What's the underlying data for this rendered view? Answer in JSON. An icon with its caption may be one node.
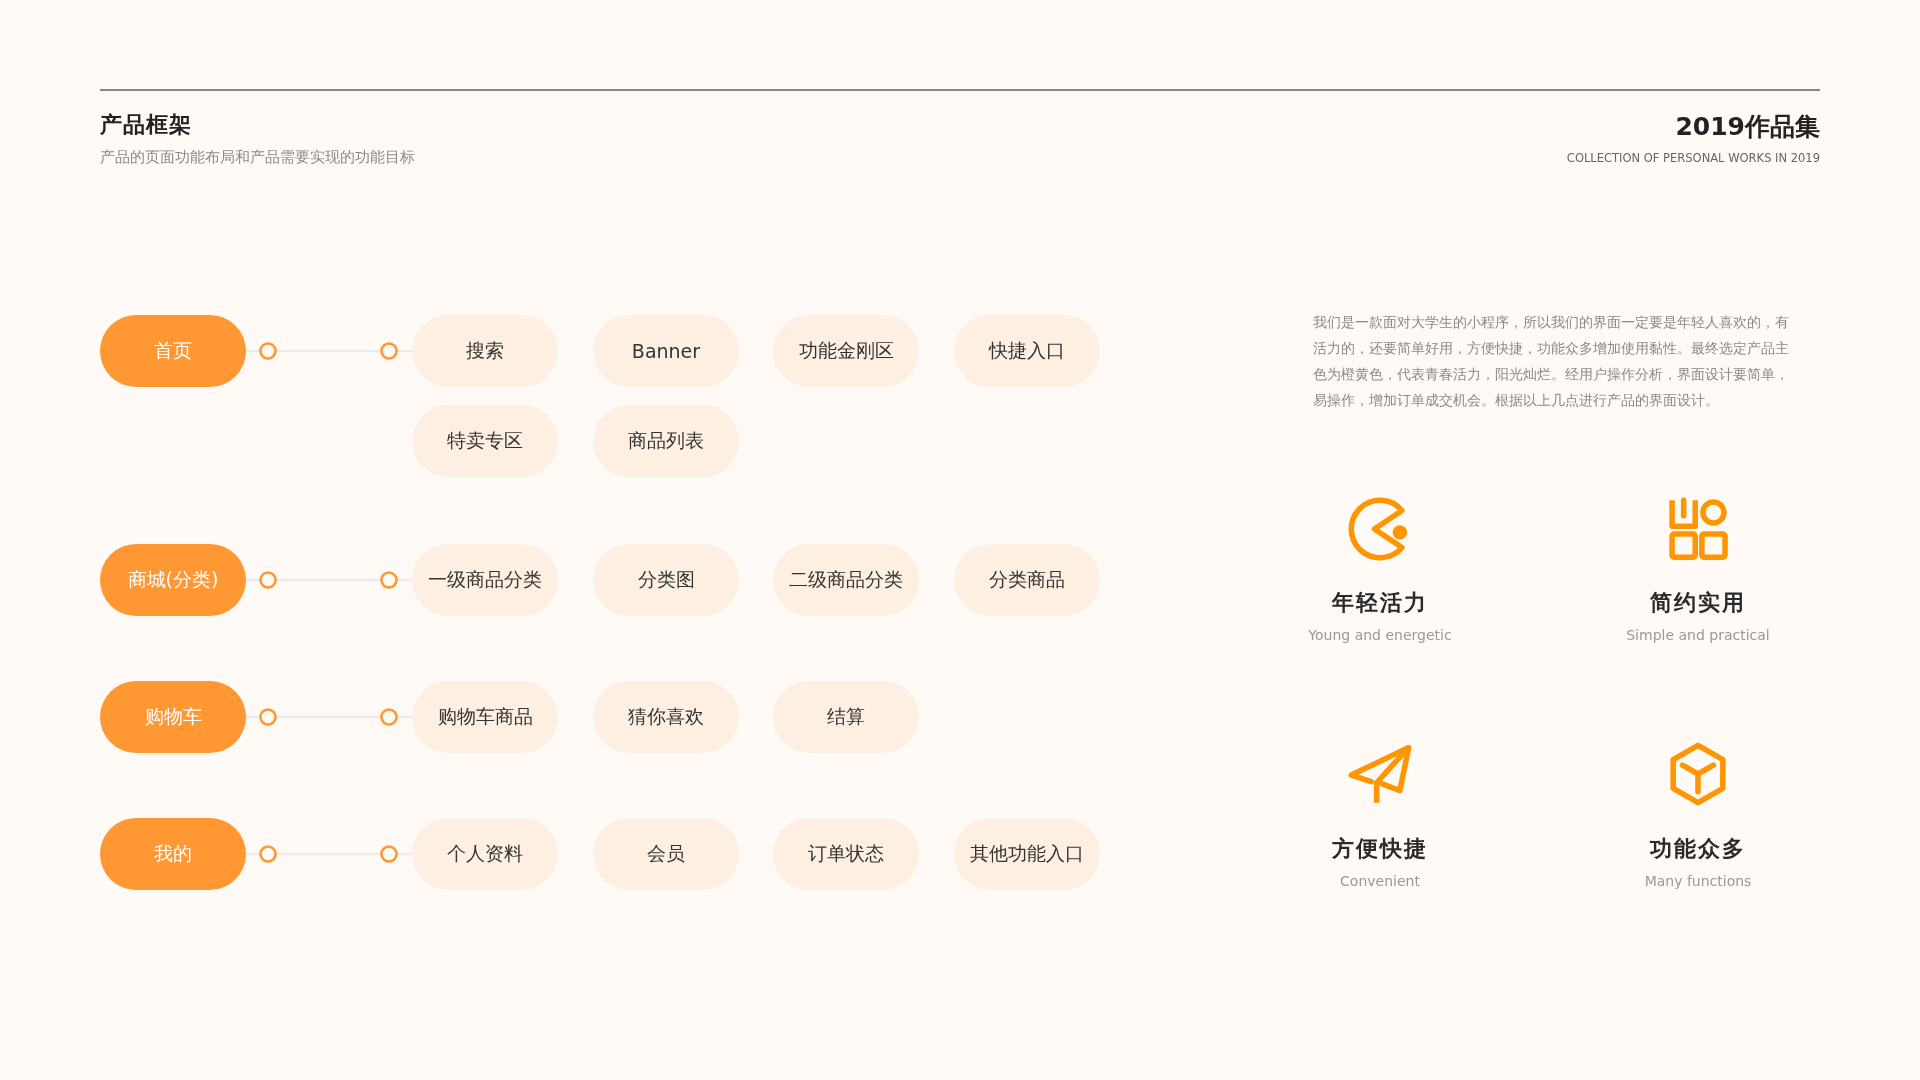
{
  "diagram": {
    "title": "产品框架",
    "nodes": [
      {
        "text": [
          "首页"
        ]
      },
      {
        "text": [
          "搜索"
        ]
      },
      {
        "text": [
          "Banner"
        ]
      },
      {
        "text": [
          "功能金刚区"
        ]
      },
      {
        "text": [
          "快捷入口"
        ]
      },
      {
        "text": [
          "特卖专区"
        ]
      },
      {
        "text": [
          "商品列表"
        ]
      },
      {
        "text": [
          "商城(分类)"
        ]
      },
      {
        "text": [
          "一级商品分类"
        ]
      },
      {
        "text": [
          "分类图"
        ]
      },
      {
        "text": [
          "二级商品分类"
        ]
      },
      {
        "text": [
          "分类商品"
        ]
      },
      {
        "text": [
          "购物车"
        ]
      },
      {
        "text": [
          "购物车商品"
        ]
      },
      {
        "text": [
          "猜你喜欢"
        ]
      },
      {
        "text": [
          "结算"
        ]
      },
      {
        "text": [
          "我的"
        ]
      },
      {
        "text": [
          "个人资料"
        ]
      },
      {
        "text": [
          "会员"
        ]
      },
      {
        "text": [
          "订单状态"
        ]
      },
      {
        "text": [
          "其他功能入口"
        ]
      }
    ],
    "edges": [
      {
        "from": 0,
        "to": 1,
        "arrow": "other"
      },
      {
        "from": 7,
        "to": 8,
        "arrow": "other"
      },
      {
        "from": 12,
        "to": 13,
        "arrow": "other"
      },
      {
        "from": 16,
        "to": 17,
        "arrow": "other"
      }
    ],
    "labels": [
      "产品的页面功能布局和产品需要实现的功能目标",
      "2019作品集",
      "COLLECTION OF PERSONAL WORKS IN 2019",
      "我们是一款面对大学生的小程序，所以我们的界面一定要是年轻人喜欢的，有活力的，还要简单好用，方便快捷，功能众多增加使用黏性。最终选定产品主色为橙黄色，代表青春活力，阳光灿烂。经用户操作分析，界面设计要简单，易操作，增加订单成交机会。根据以上几点进行产品的界面设计。",
      "年轻活力",
      "Young and energetic",
      "简约实用",
      "Simple and practical",
      "方便快捷",
      "Convenient",
      "功能众多",
      "Many functions"
    ]
  }
}
